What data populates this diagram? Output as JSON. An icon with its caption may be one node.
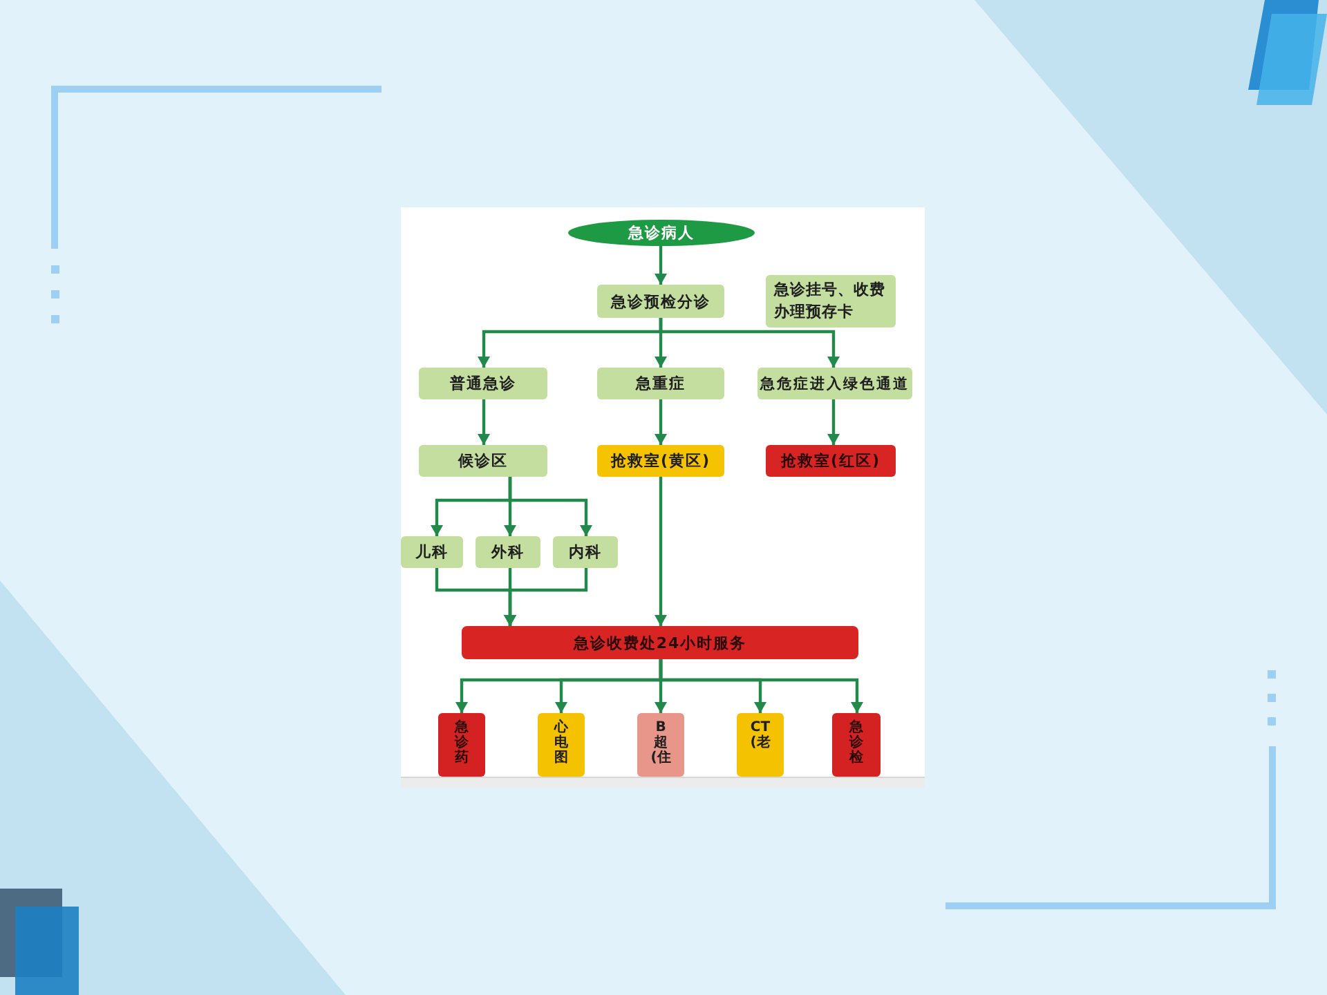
{
  "diagram": {
    "nodes": [
      {
        "text": [
          "急诊病人"
        ]
      },
      {
        "text": [
          "急诊预检分诊"
        ]
      },
      {
        "text": [
          "急诊挂号、收费办理预存卡"
        ]
      },
      {
        "text": [
          "普通急诊"
        ]
      },
      {
        "text": [
          "急重症"
        ]
      },
      {
        "text": [
          "急危症进入绿色通道"
        ]
      },
      {
        "text": [
          "候诊区"
        ]
      },
      {
        "text": [
          "抢救室(黄区)"
        ]
      },
      {
        "text": [
          "抢救室(红区)"
        ]
      },
      {
        "text": [
          "儿科"
        ]
      },
      {
        "text": [
          "外科"
        ]
      },
      {
        "text": [
          "内科"
        ]
      },
      {
        "text": [
          "急诊收费处24小时服务"
        ]
      },
      {
        "text": [
          "急诊药"
        ]
      },
      {
        "text": [
          "心电图"
        ]
      },
      {
        "text": [
          "B超(住"
        ]
      },
      {
        "text": [
          "CT(老"
        ]
      },
      {
        "text": [
          "急诊检"
        ]
      }
    ],
    "edges": [
      {
        "from": 0,
        "to": 1,
        "arrow": "to"
      },
      {
        "from": 1,
        "to": 3,
        "arrow": "to"
      },
      {
        "from": 1,
        "to": 4,
        "arrow": "to"
      },
      {
        "from": 1,
        "to": 5,
        "arrow": "to"
      },
      {
        "from": 3,
        "to": 6,
        "arrow": "to"
      },
      {
        "from": 4,
        "to": 7,
        "arrow": "to"
      },
      {
        "from": 5,
        "to": 8,
        "arrow": "to"
      },
      {
        "from": 6,
        "to": 9,
        "arrow": "to"
      },
      {
        "from": 6,
        "to": 10,
        "arrow": "to"
      },
      {
        "from": 6,
        "to": 11,
        "arrow": "to"
      },
      {
        "from": 9,
        "to": 12,
        "arrow": "to"
      },
      {
        "from": 10,
        "to": 12,
        "arrow": "to"
      },
      {
        "from": 11,
        "to": 12,
        "arrow": "to"
      },
      {
        "from": 7,
        "to": 12,
        "arrow": "to"
      },
      {
        "from": 12,
        "to": 13,
        "arrow": "to"
      },
      {
        "from": 12,
        "to": 14,
        "arrow": "to"
      },
      {
        "from": 12,
        "to": 15,
        "arrow": "to"
      },
      {
        "from": 12,
        "to": 16,
        "arrow": "to"
      },
      {
        "from": 12,
        "to": 17,
        "arrow": "to"
      }
    ]
  }
}
